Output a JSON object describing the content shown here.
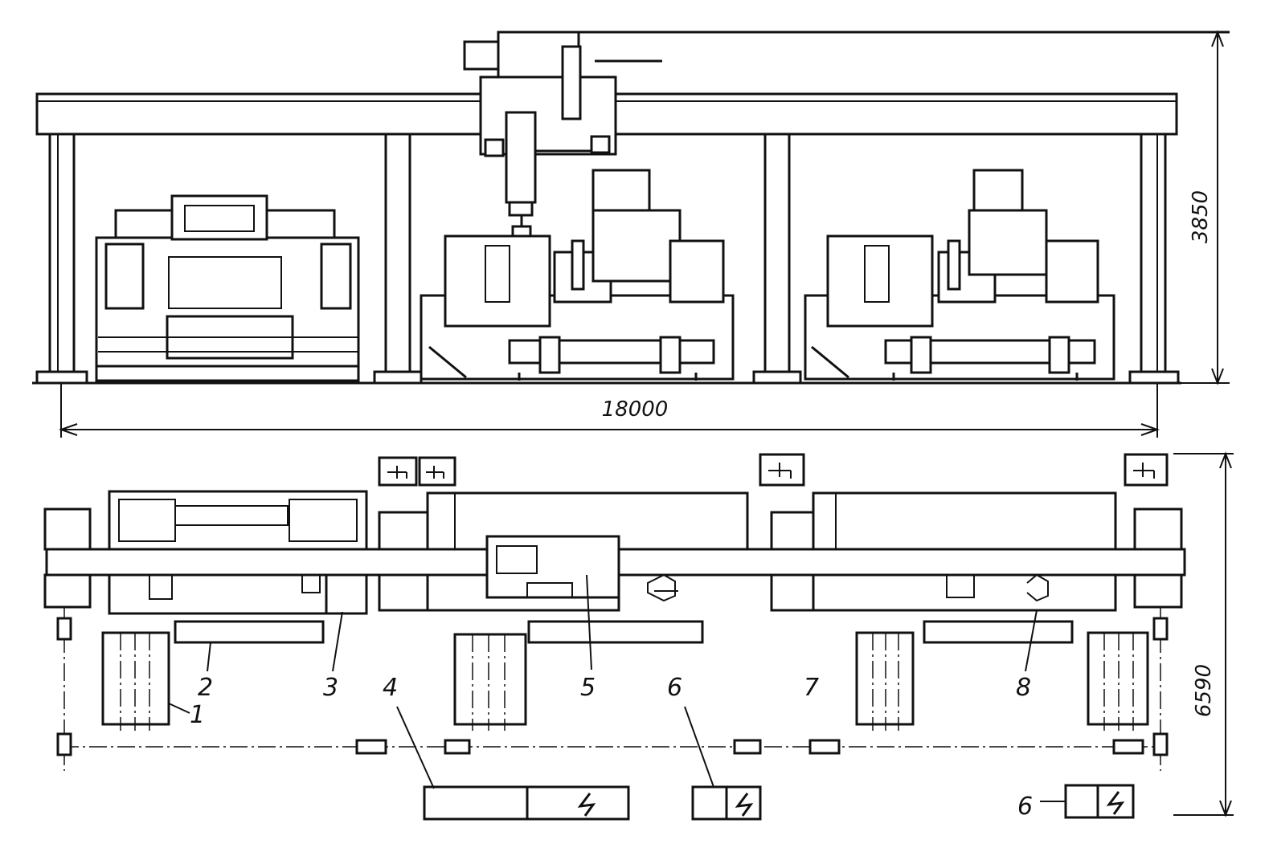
{
  "dimensions": {
    "height_upper": "3850",
    "length_total": "18000",
    "width_plan": "6590"
  },
  "callouts": {
    "c1": "1",
    "c2": "2",
    "c3": "3",
    "c4": "4",
    "c5": "5",
    "c6a": "6",
    "c6b": "6",
    "c7": "7",
    "c8": "8"
  },
  "colors": {
    "line": "#111111",
    "paper": "#ffffff"
  },
  "icons": [
    "tap-symbol",
    "electrical-cabinet-symbol"
  ]
}
